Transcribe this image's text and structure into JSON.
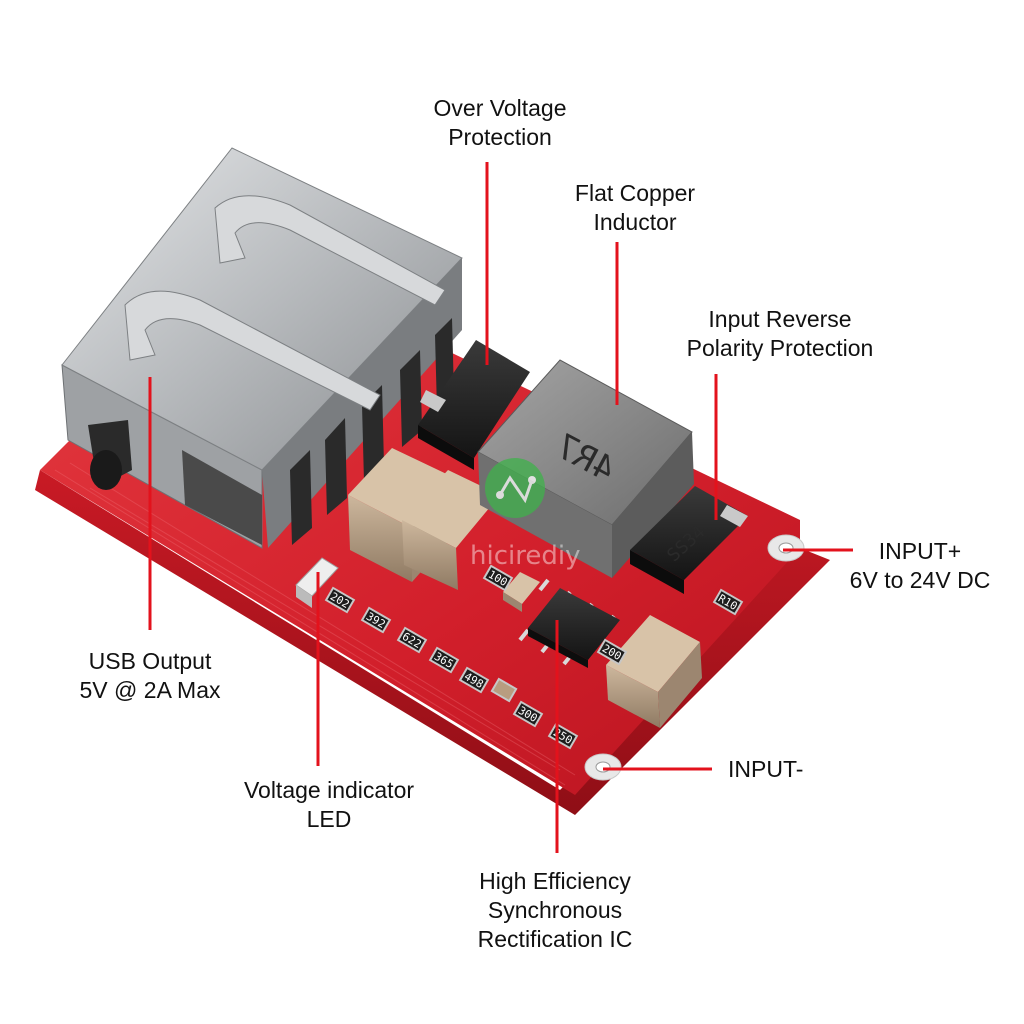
{
  "labels": {
    "over_voltage": [
      "Over Voltage",
      "Protection"
    ],
    "flat_inductor": [
      "Flat Copper",
      "Inductor"
    ],
    "input_reverse": [
      "Input Reverse",
      "Polarity Protection"
    ],
    "input_plus": [
      "INPUT+",
      "6V to 24V DC"
    ],
    "input_minus": [
      "INPUT-"
    ],
    "usb_output": [
      "USB Output",
      "5V @ 2A Max"
    ],
    "voltage_led": [
      "Voltage indicator",
      "LED"
    ],
    "sync_ic": [
      "High Efficiency",
      "Synchronous",
      "Rectification IC"
    ]
  },
  "markings": {
    "inductor": "4R7",
    "diode": "SS34",
    "watermark": "hicirediy",
    "resistors": [
      "202",
      "392",
      "622",
      "365",
      "498",
      "300",
      "250",
      "100",
      "R10",
      "200"
    ]
  },
  "colors": {
    "pcb": "#d41f2c",
    "leader": "#e3121c",
    "usb_metal": "#b9bcbf",
    "inductor": "#8c8c8c",
    "capacitor": "#b19b82"
  },
  "icons": [
    "usb-port",
    "inductor",
    "diode",
    "capacitor",
    "led",
    "ic-chip"
  ]
}
